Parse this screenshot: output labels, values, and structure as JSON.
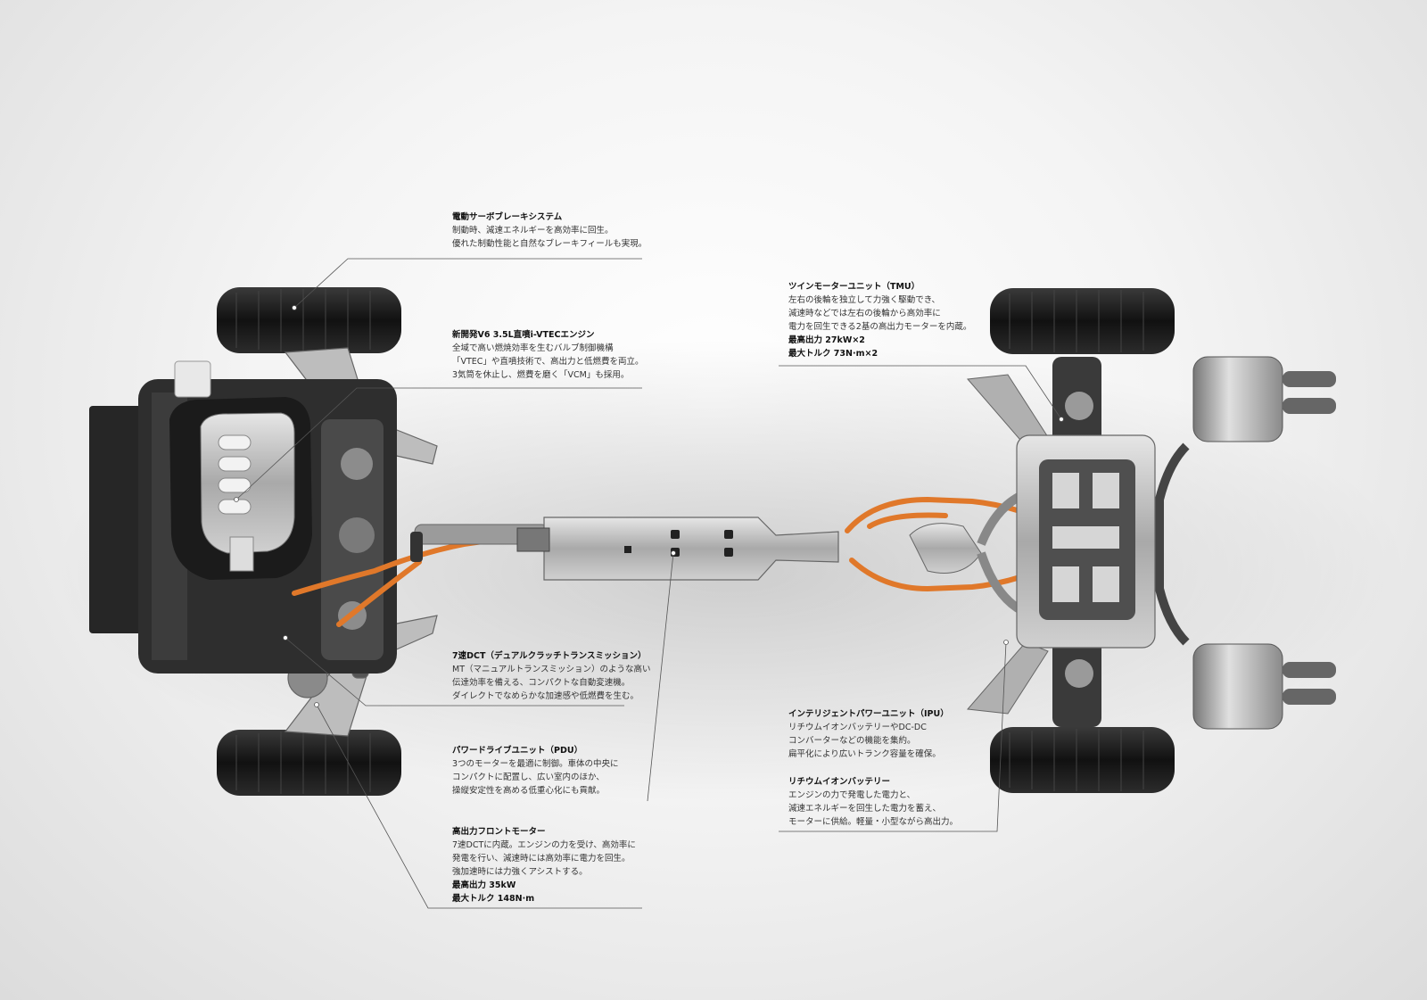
{
  "callouts": {
    "brake": {
      "title": "電動サーボブレーキシステム",
      "lines": [
        "制動時、減速エネルギーを高効率に回生。",
        "優れた制動性能と自然なブレーキフィールも実現。"
      ]
    },
    "engine": {
      "title": "新開発V6 3.5L直噴i-VTECエンジン",
      "lines": [
        "全域で高い燃焼効率を生むバルブ制御機構",
        "「VTEC」や直噴技術で、高出力と低燃費を両立。",
        "3気筒を休止し、燃費を磨く「VCM」も採用。"
      ]
    },
    "dct": {
      "title": "7速DCT（デュアルクラッチトランスミッション）",
      "lines": [
        "MT（マニュアルトランスミッション）のような高い",
        "伝達効率を備える、コンパクトな自動変速機。",
        "ダイレクトでなめらかな加速感や低燃費を生む。"
      ]
    },
    "pdu": {
      "title": "パワードライブユニット（PDU）",
      "lines": [
        "3つのモーターを最適に制御。車体の中央に",
        "コンパクトに配置し、広い室内のほか、",
        "操縦安定性を高める低重心化にも貢献。"
      ]
    },
    "front_motor": {
      "title": "高出力フロントモーター",
      "lines": [
        "7速DCTに内蔵。エンジンの力を受け、高効率に",
        "発電を行い、減速時には高効率に電力を回生。",
        "強加速時には力強くアシストする。"
      ],
      "specs": [
        "最高出力 35kW",
        "最大トルク 148N·m"
      ]
    },
    "tmu": {
      "title": "ツインモーターユニット（TMU）",
      "lines": [
        "左右の後輪を独立して力強く駆動でき、",
        "減速時などでは左右の後輪から高効率に",
        "電力を回生できる2基の高出力モーターを内蔵。"
      ],
      "specs": [
        "最高出力 27kW×2",
        "最大トルク 73N·m×2"
      ]
    },
    "ipu": {
      "title": "インテリジェントパワーユニット（IPU）",
      "lines": [
        "リチウムイオンバッテリーやDC-DC",
        "コンバーターなどの機能を集約。",
        "扁平化により広いトランク容量を確保。"
      ]
    },
    "battery": {
      "title": "リチウムイオンバッテリー",
      "lines": [
        "エンジンの力で発電した電力と、",
        "減速エネルギーを回生した電力を蓄え、",
        "モーターに供給。軽量・小型ながら高出力。"
      ]
    }
  },
  "colors": {
    "cable": "#e0782a",
    "leader": "#555555",
    "metal": "#b9b9b9",
    "tire": "#1a1a1a"
  }
}
